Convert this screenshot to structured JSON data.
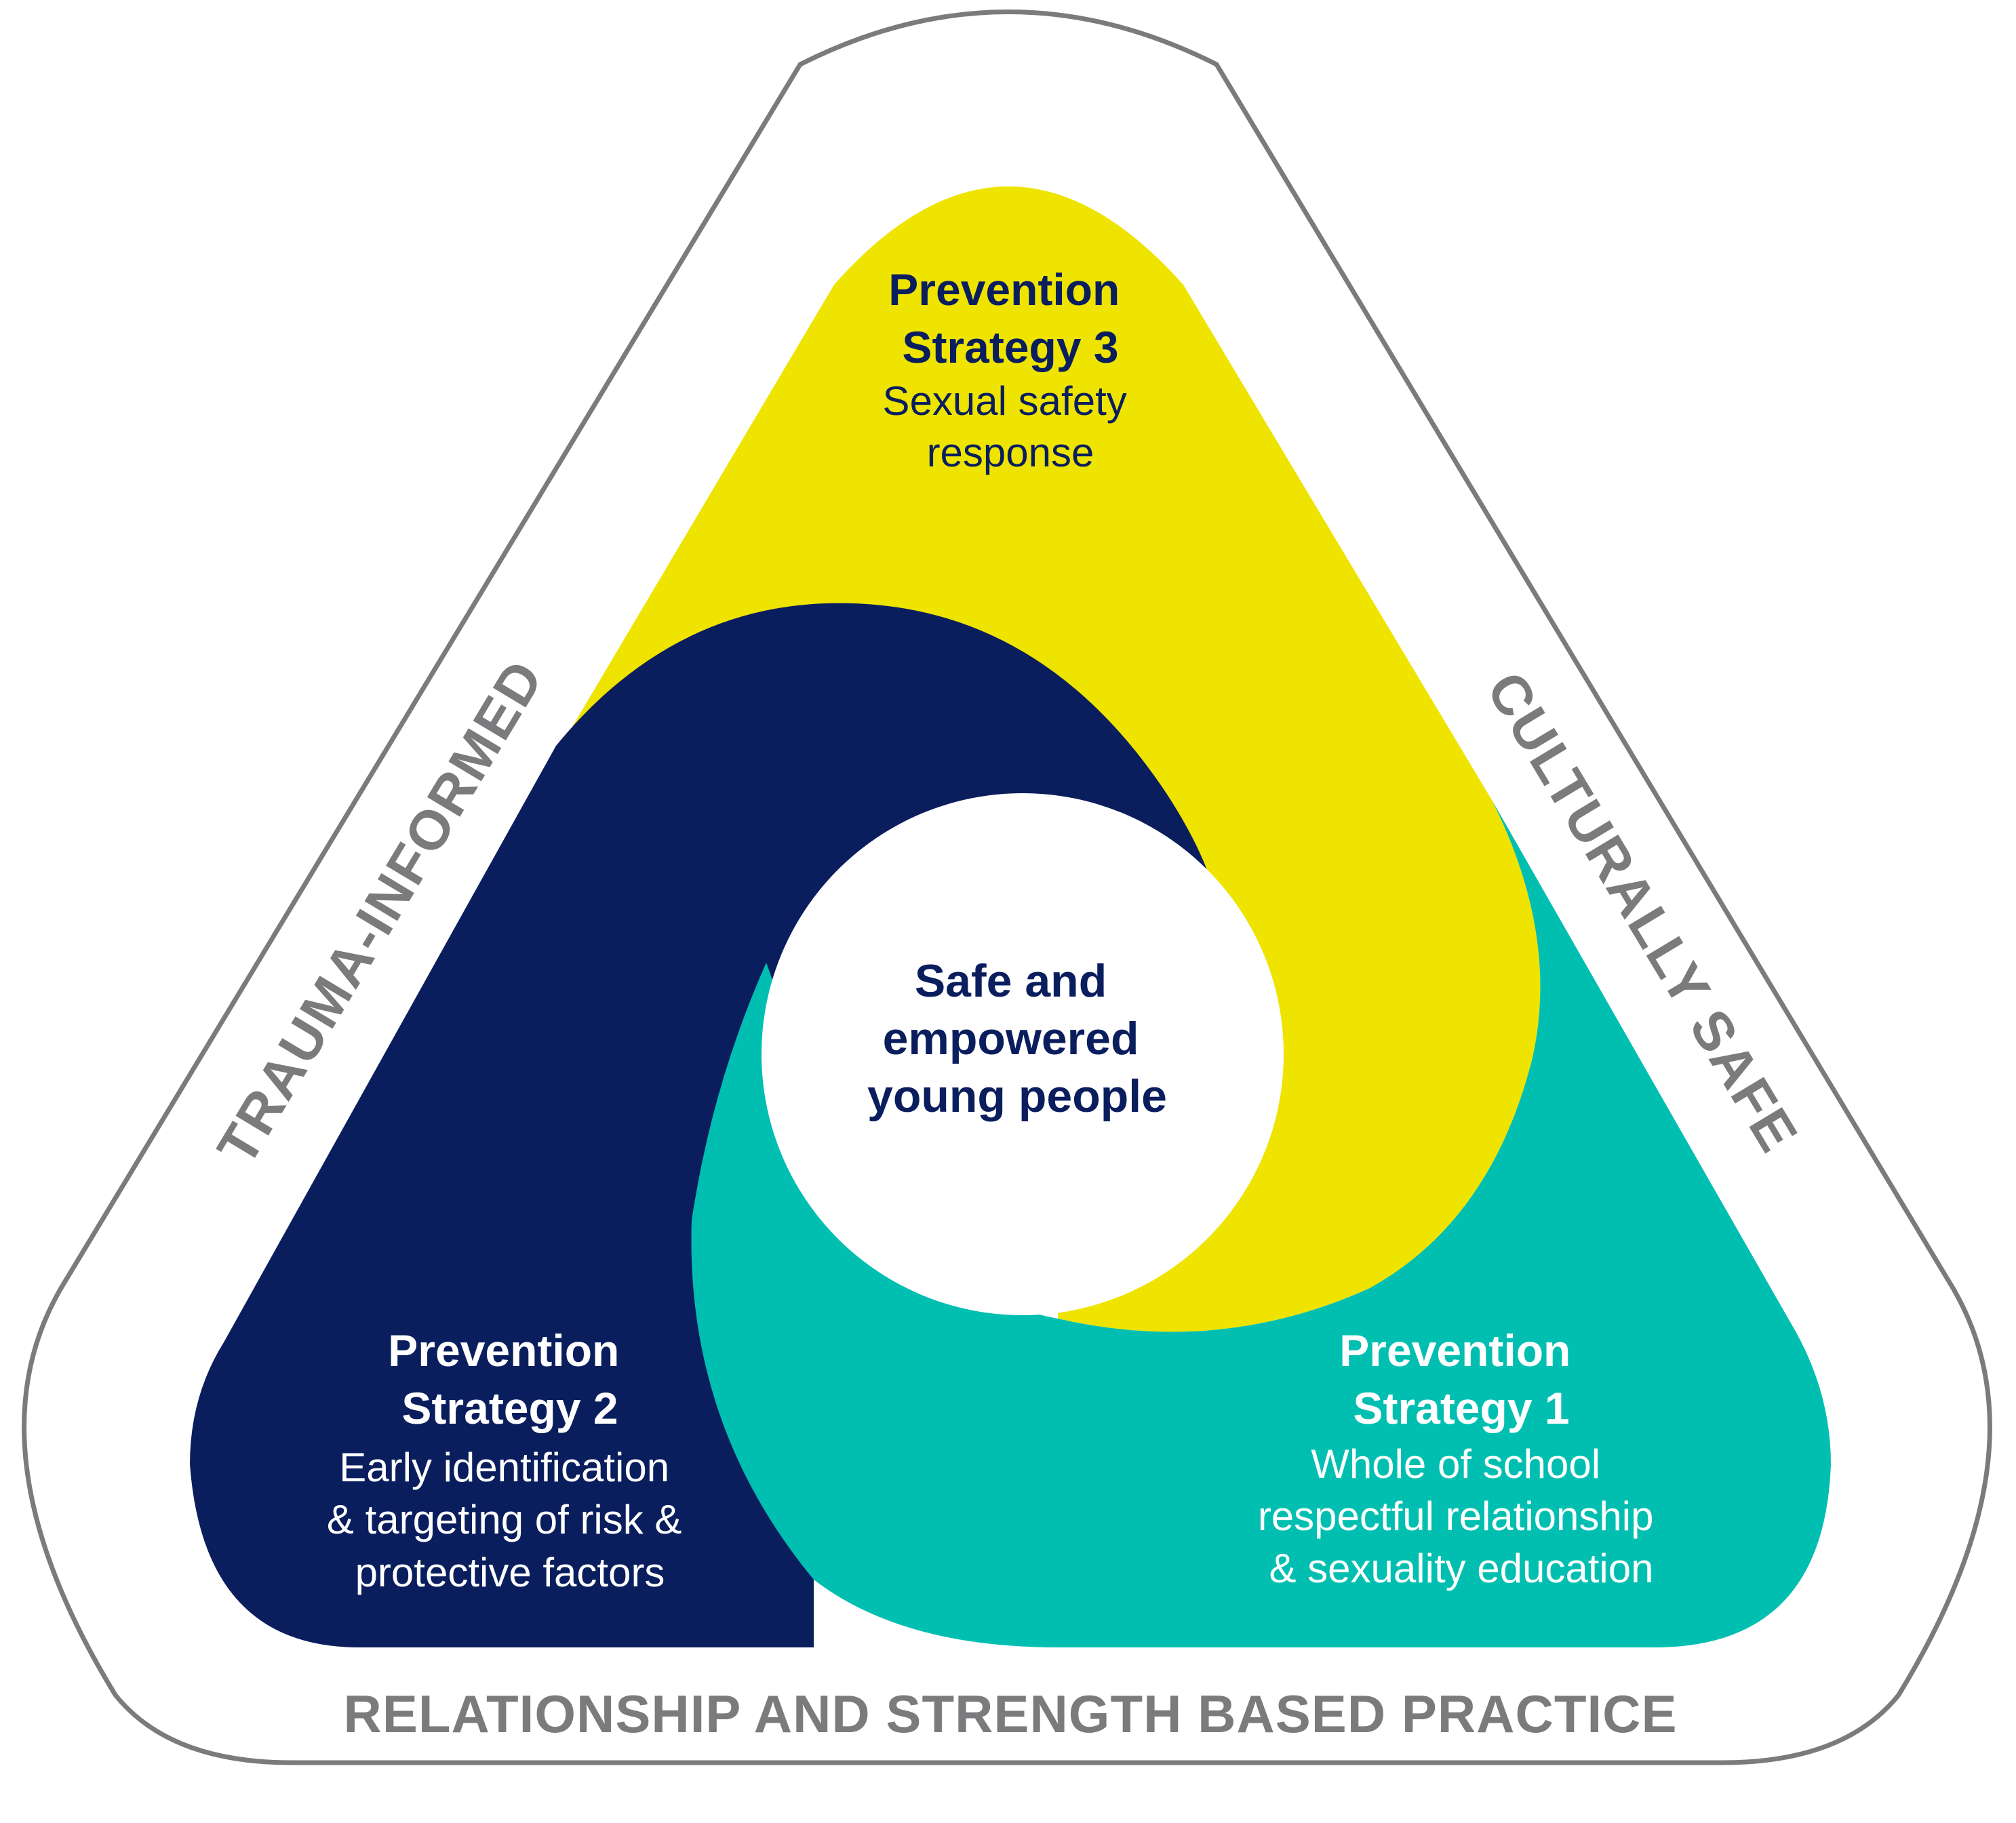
{
  "colors": {
    "outline": "#7b7b7d",
    "yellow": "#eee400",
    "navy": "#0a1e5e",
    "teal": "#00bfb1",
    "center_bg": "#ffffff",
    "center_text": "#0a1e5e",
    "side_text": "#7b7b7d",
    "white": "#ffffff"
  },
  "diagram": {
    "center": {
      "lines": [
        "Safe and",
        "empowered",
        "young people"
      ]
    },
    "strategies": [
      {
        "id": "3",
        "title_lines": [
          "Prevention",
          "Strategy 3"
        ],
        "desc_lines": [
          "Sexual safety",
          "response"
        ]
      },
      {
        "id": "2",
        "title_lines": [
          "Prevention",
          "Strategy 2"
        ],
        "desc_lines": [
          "Early identification",
          "& targeting of risk &",
          "protective factors"
        ]
      },
      {
        "id": "1",
        "title_lines": [
          "Prevention",
          "Strategy 1"
        ],
        "desc_lines": [
          "Whole of school",
          "respectful relationship",
          "& sexuality education"
        ]
      }
    ],
    "sides": {
      "left": "TRAUMA-INFORMED",
      "right": "CULTURALLY SAFE",
      "bottom": "RELATIONSHIP AND STRENGTH BASED PRACTICE"
    }
  }
}
